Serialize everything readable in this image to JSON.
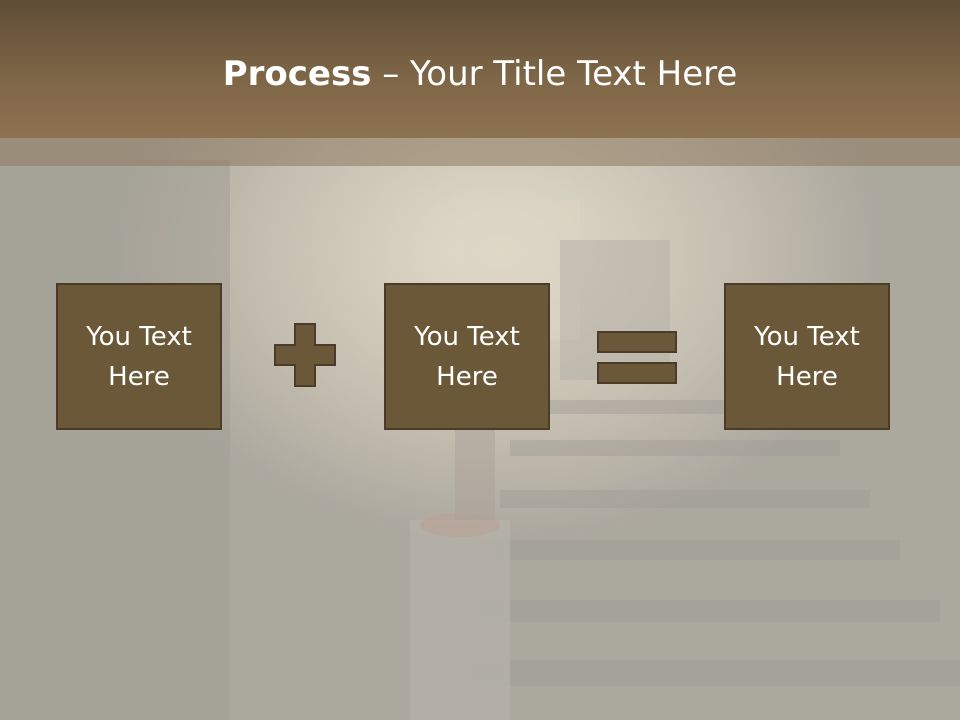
{
  "slide": {
    "title_bold": "Process",
    "title_rest": " – Your Title Text Here",
    "boxes": [
      {
        "label": "You Text Here"
      },
      {
        "label": "You Text Here"
      },
      {
        "label": "You Text Here"
      }
    ],
    "operators": [
      "plus-icon",
      "equals-icon"
    ],
    "colors": {
      "header": "#7d6546",
      "box_fill": "#6b5838",
      "box_border": "#4a3c28",
      "text": "#ffffff"
    }
  }
}
